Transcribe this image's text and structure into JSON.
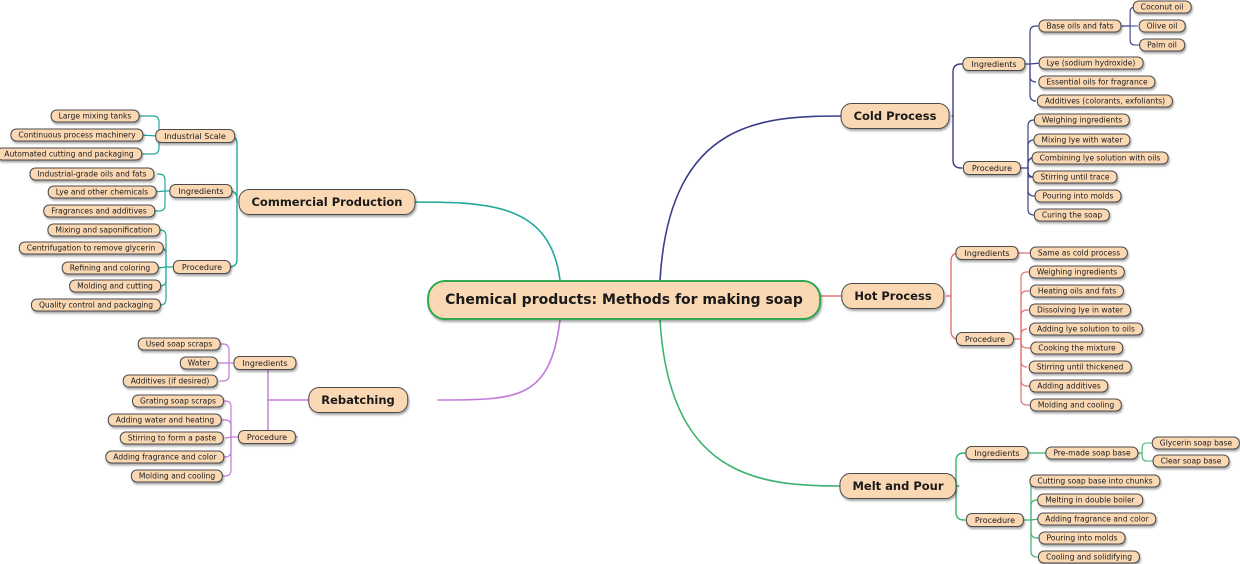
{
  "root": {
    "label": "Chemical products: Methods for making soap"
  },
  "branches": [
    {
      "key": "cold",
      "label": "Cold Process",
      "color": "#3a3f8a",
      "groups": [
        {
          "label": "Ingredients",
          "items": [
            {
              "label": "Base oils and fats",
              "items": [
                "Coconut oil",
                "Olive oil",
                "Palm oil"
              ]
            },
            {
              "label": "Lye (sodium hydroxide)"
            },
            {
              "label": "Essential oils for fragrance"
            },
            {
              "label": "Additives (colorants, exfoliants)"
            }
          ]
        },
        {
          "label": "Procedure",
          "items": [
            {
              "label": "Weighing ingredients"
            },
            {
              "label": "Mixing lye with water"
            },
            {
              "label": "Combining lye solution with oils"
            },
            {
              "label": "Stirring until trace"
            },
            {
              "label": "Pouring into molds"
            },
            {
              "label": "Curing the soap"
            }
          ]
        }
      ]
    },
    {
      "key": "hot",
      "label": "Hot Process",
      "color": "#e07474",
      "groups": [
        {
          "label": "Ingredients",
          "items": [
            {
              "label": "Same as cold process"
            }
          ]
        },
        {
          "label": "Procedure",
          "items": [
            {
              "label": "Weighing ingredients"
            },
            {
              "label": "Heating oils and fats"
            },
            {
              "label": "Dissolving lye in water"
            },
            {
              "label": "Adding lye solution to oils"
            },
            {
              "label": "Cooking the mixture"
            },
            {
              "label": "Stirring until thickened"
            },
            {
              "label": "Adding additives"
            },
            {
              "label": "Molding and cooling"
            }
          ]
        }
      ]
    },
    {
      "key": "melt",
      "label": "Melt and Pour",
      "color": "#3cb371",
      "groups": [
        {
          "label": "Ingredients",
          "items": [
            {
              "label": "Pre-made soap base",
              "items": [
                "Glycerin soap base",
                "Clear soap base"
              ]
            }
          ]
        },
        {
          "label": "Procedure",
          "items": [
            {
              "label": "Cutting soap base into chunks"
            },
            {
              "label": "Melting in double boiler"
            },
            {
              "label": "Adding fragrance and color"
            },
            {
              "label": "Pouring into molds"
            },
            {
              "label": "Cooling and solidifying"
            }
          ]
        }
      ]
    },
    {
      "key": "commercial",
      "label": "Commercial Production",
      "color": "#22a89a",
      "groups": [
        {
          "label": "Industrial Scale",
          "items": [
            {
              "label": "Large mixing tanks"
            },
            {
              "label": "Continuous process machinery"
            },
            {
              "label": "Automated cutting and packaging"
            }
          ]
        },
        {
          "label": "Ingredients",
          "items": [
            {
              "label": "Industrial-grade oils and fats"
            },
            {
              "label": "Lye and other chemicals"
            },
            {
              "label": "Fragrances and additives"
            }
          ]
        },
        {
          "label": "Procedure",
          "items": [
            {
              "label": "Mixing and saponification"
            },
            {
              "label": "Centrifugation to remove glycerin"
            },
            {
              "label": "Refining and coloring"
            },
            {
              "label": "Molding and cutting"
            },
            {
              "label": "Quality control and packaging"
            }
          ]
        }
      ]
    },
    {
      "key": "rebatch",
      "label": "Rebatching",
      "color": "#c27ad8",
      "groups": [
        {
          "label": "Ingredients",
          "items": [
            {
              "label": "Used soap scraps"
            },
            {
              "label": "Water"
            },
            {
              "label": "Additives (if desired)"
            }
          ]
        },
        {
          "label": "Procedure",
          "items": [
            {
              "label": "Grating soap scraps"
            },
            {
              "label": "Adding water and heating"
            },
            {
              "label": "Stirring to form a paste"
            },
            {
              "label": "Adding fragrance and color"
            },
            {
              "label": "Molding and cooling"
            }
          ]
        }
      ]
    }
  ]
}
